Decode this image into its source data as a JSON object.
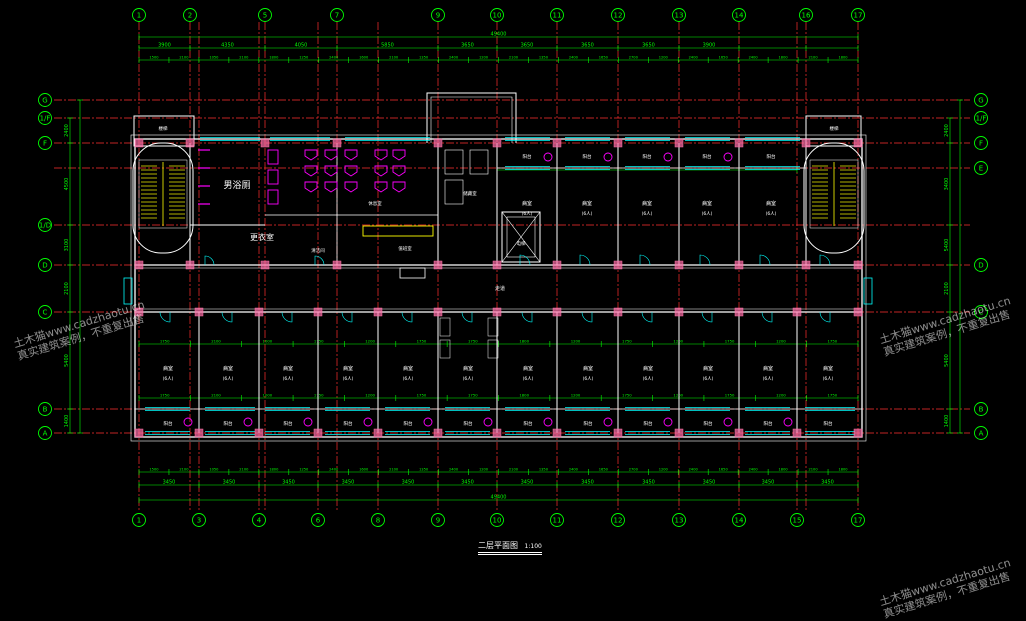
{
  "drawing": {
    "title": "二层平面图",
    "scale": "1:100",
    "colors": {
      "background": "#000000",
      "wall": "#ffffff",
      "axis": "#ff3030",
      "dimension": "#00ff00",
      "column": "#ff6fa8",
      "window": "#00ffff",
      "fixture": "#ff00ff",
      "stair": "#ffff00",
      "label": "#ffffff"
    }
  },
  "axes": {
    "top": [
      "1",
      "2",
      "5",
      "7",
      "9",
      "10",
      "11",
      "12",
      "13",
      "14",
      "16",
      "17"
    ],
    "bottom": [
      "1",
      "3",
      "4",
      "6",
      "8",
      "9",
      "10",
      "11",
      "12",
      "13",
      "14",
      "15",
      "17"
    ],
    "left": [
      "G",
      "1/F",
      "F",
      "1/D",
      "D",
      "C",
      "B",
      "A"
    ],
    "right": [
      "G",
      "1/F",
      "F",
      "E",
      "D",
      "C",
      "B",
      "A"
    ]
  },
  "dimensions": {
    "overall": "49400",
    "top_row": [
      "3900",
      "4350",
      "4050",
      "5850",
      "3650",
      "3650",
      "3650",
      "3650",
      "3900"
    ],
    "bottom_row": [
      "3450",
      "3450",
      "3450",
      "3450",
      "3450",
      "3450",
      "3450",
      "3450",
      "3450",
      "3450",
      "3450",
      "3450"
    ],
    "left_side": [
      "2400",
      "4500",
      "3100",
      "2100",
      "5400",
      "1400"
    ],
    "right_side": [
      "2400",
      "3400",
      "5400",
      "2100",
      "5400",
      "1400"
    ],
    "top_detail": [
      "1500",
      "2100",
      "1050",
      "2100",
      "1800",
      "1250",
      "2400",
      "1600",
      "2100",
      "1350",
      "2400",
      "1200",
      "2100",
      "1350",
      "2400",
      "1650",
      "2700",
      "1200",
      "2400",
      "1650",
      "2400",
      "1800",
      "2100",
      "1800"
    ],
    "room_widths": [
      "1750",
      "2100",
      "1000",
      "1750",
      "1200",
      "1750",
      "1750",
      "1800",
      "1200",
      "1750",
      "1200",
      "1750",
      "1200",
      "1750"
    ]
  },
  "rooms": {
    "wc": "男浴厕",
    "changing": "更衣室",
    "ward": "病室",
    "ward_beds": "(6人)",
    "balcony": "阳台",
    "corridor": "走道",
    "duty": "值班室",
    "storage": "储藏室",
    "cleaning": "清洁间",
    "lounge": "休息室",
    "stair": "楼梯",
    "elevator": "电梯"
  },
  "watermark": {
    "site": "土木猫www.cadzhaotu.cn",
    "note": "真实建筑案例，不重复出售"
  }
}
